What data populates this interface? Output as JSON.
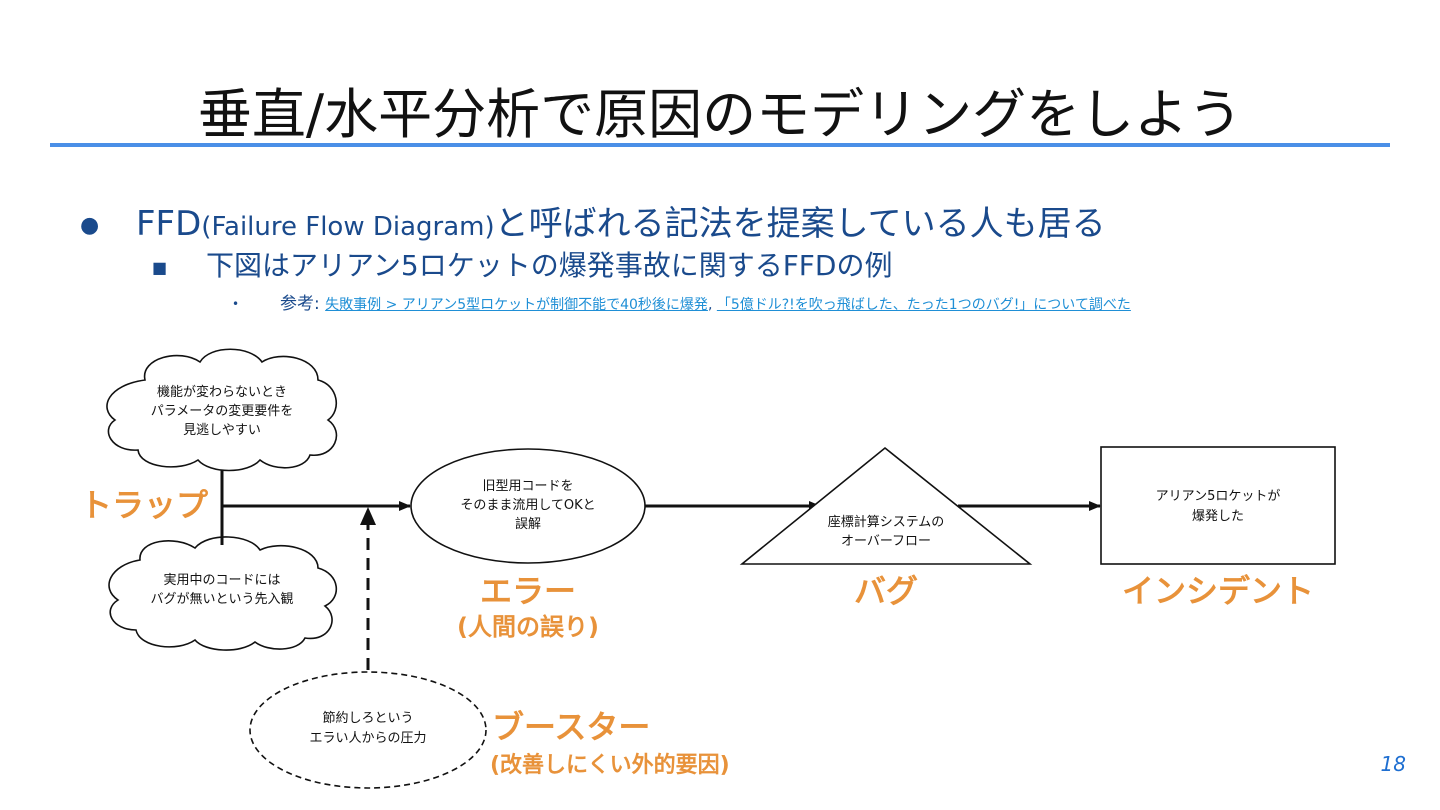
{
  "slide": {
    "title": "垂直/水平分析で原因のモデリングをしよう",
    "page_number": "18"
  },
  "bullets": {
    "level1": {
      "marker": "●",
      "prefix": "FFD",
      "paren": "(Failure Flow Diagram)",
      "rest": "と呼ばれる記法を提案している人も居る"
    },
    "level2": {
      "marker": "■",
      "text": "下図はアリアン5ロケットの爆発事故に関するFFDの例"
    },
    "level3": {
      "marker": "•",
      "label": "参考: ",
      "link1": "失敗事例 > アリアン5型ロケットが制御不能で40秒後に爆発",
      "separator": ", ",
      "link2": "「5億ドル?!を吹っ飛ばした、たった1つのバグ!」について調べた"
    }
  },
  "diagram": {
    "trap_cloud_1": [
      "機能が変わらないとき",
      "パラメータの変更要件を",
      "見逃しやすい"
    ],
    "trap_cloud_2": [
      "実用中のコードには",
      "バグが無いという先入観"
    ],
    "error_node": [
      "旧型用コードを",
      "そのまま流用してOKと",
      "誤解"
    ],
    "bug_node": [
      "座標計算システムの",
      "オーバーフロー"
    ],
    "incident_node": [
      "アリアン5ロケットが",
      "爆発した"
    ],
    "booster_node": [
      "節約しろという",
      "エラい人からの圧力"
    ],
    "labels": {
      "trap": "トラップ",
      "error": "エラー",
      "error_sub": "(人間の誤り)",
      "bug": "バグ",
      "incident": "インシデント",
      "booster": "ブースター",
      "booster_sub": "(改善しにくい外的要因)"
    },
    "colors": {
      "category": "#e8923a",
      "title_rule": "#4a8fe7",
      "link": "#1f8fd6",
      "bullet_text": "#1a4a8c"
    }
  }
}
